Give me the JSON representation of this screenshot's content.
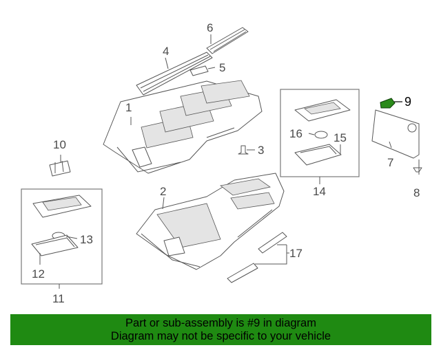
{
  "callouts": {
    "c1": "1",
    "c2": "2",
    "c3": "3",
    "c4": "4",
    "c5": "5",
    "c6": "6",
    "c7": "7",
    "c8": "8",
    "c9": "9",
    "c10": "10",
    "c11": "11",
    "c12": "12",
    "c13": "13",
    "c14": "14",
    "c15": "15",
    "c16": "16",
    "c17": "17"
  },
  "highlight": {
    "part_number": "9",
    "color": "#2a8a1a"
  },
  "banner": {
    "line1": "Part or sub-assembly is #9 in diagram",
    "line2": "Diagram may not be specific to your vehicle",
    "color": "#1f8a12"
  }
}
